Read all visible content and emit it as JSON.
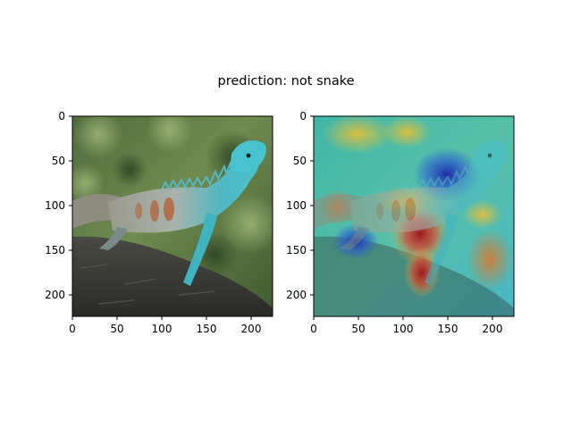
{
  "figure": {
    "title": "prediction: not snake"
  },
  "panels": [
    {
      "name": "original-image",
      "x_ticks": [
        "0",
        "50",
        "100",
        "150",
        "200"
      ],
      "y_ticks": [
        "0",
        "50",
        "100",
        "150",
        "200"
      ]
    },
    {
      "name": "heatmap-overlay",
      "x_ticks": [
        "0",
        "50",
        "100",
        "150",
        "200"
      ],
      "y_ticks": [
        "0",
        "50",
        "100",
        "150",
        "200"
      ]
    }
  ],
  "colors": {
    "background": "#ffffff",
    "axis": "#000000",
    "lizard_body": "#3fb8c4",
    "lizard_head": "#48c2cf",
    "lizard_spots": "#b5643e",
    "branch": "#3a3a36",
    "foliage": "#5f7d4a",
    "heat_blue": "#1f2fb0",
    "heat_red": "#c4161c",
    "heat_yellow": "#e8c43a",
    "heat_cyan": "#46c6c8"
  }
}
